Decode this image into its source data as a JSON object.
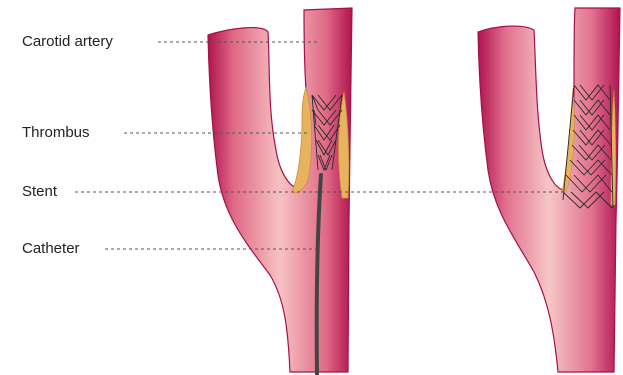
{
  "labels": {
    "carotid_artery": "Carotid artery",
    "thrombus": "Thrombus",
    "stent": "Stent",
    "catheter": "Catheter"
  },
  "colors": {
    "vessel_wall": "#c2185b",
    "vessel_lumen": "#f4b3b8",
    "thrombus": "#e6b060",
    "catheter": "#444444"
  }
}
